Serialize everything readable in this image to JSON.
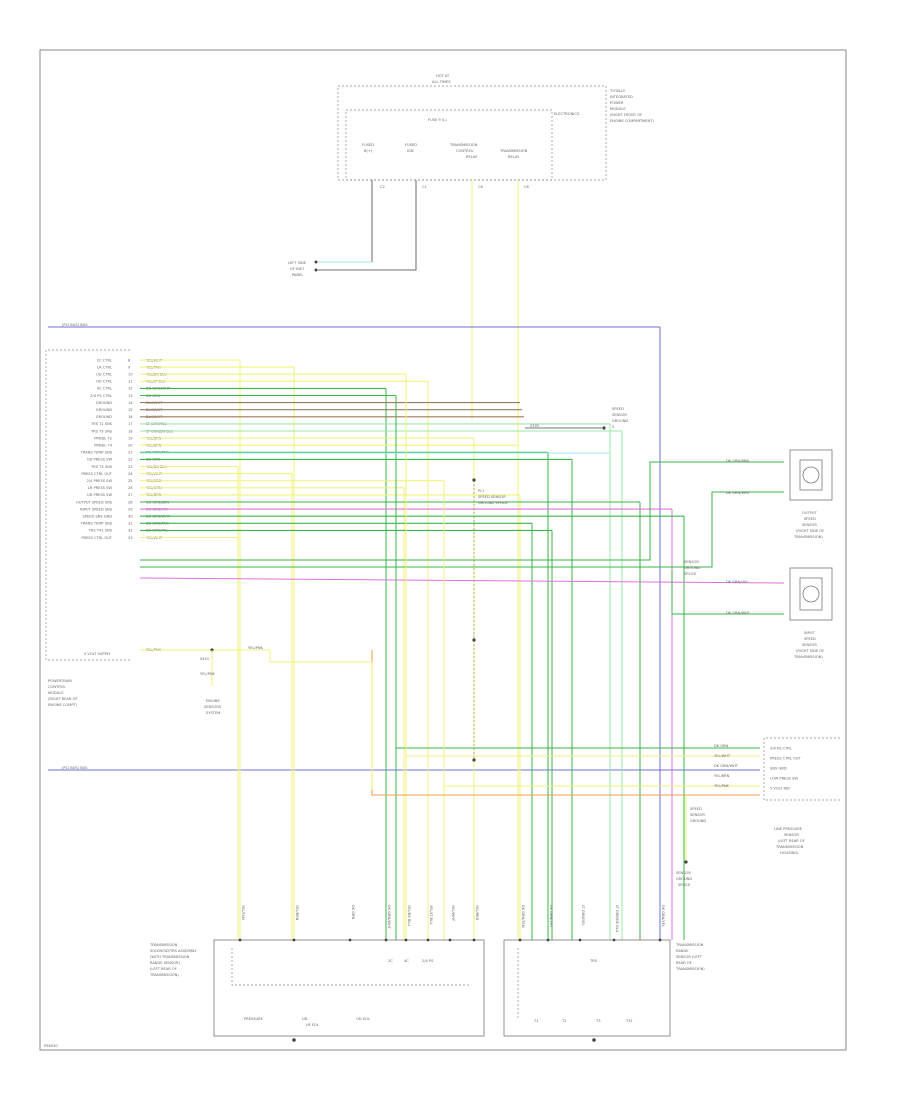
{
  "diagram": {
    "footer_code": "P98030",
    "top_module": {
      "fuse_header": [
        "HOT AT",
        "ALL TIMES"
      ],
      "fuse_label": "FUSE 9 (L)",
      "name_lines": [
        "TOTALLY",
        "INTEGRATED",
        "POWER",
        "MODULE",
        "(RIGHT FRONT OF",
        "ENGINE COMPARTMENT)"
      ],
      "sub_label": "ELECTRONICS",
      "inner_labels": [
        "FUSED",
        "B(+)",
        "FUSED",
        "IGN",
        "TRANSMISSION",
        "CONTROL",
        "RELAY",
        "TRANSMISSION",
        "RELAY"
      ],
      "pin_labels": [
        "C2",
        "C1",
        "C6",
        "C6"
      ]
    },
    "ground": {
      "lines": [
        "LEFT SIDE",
        "OF INST",
        "PANEL"
      ]
    },
    "ground_splice": {
      "label": "S305"
    },
    "left_module": {
      "name_lines": [
        "POWERTRAIN",
        "CONTROL",
        "MODULE",
        "(RIGHT REAR OF",
        "ENGINE COMPT)"
      ],
      "pins": [
        {
          "num": "8",
          "name": "2C CTRL",
          "color": "YEL/WHT"
        },
        {
          "num": "9",
          "name": "LR CTRL",
          "color": "YEL/TAN"
        },
        {
          "num": "10",
          "name": "UD CTRL",
          "color": "YEL/DK BLU"
        },
        {
          "num": "11",
          "name": "OD CTRL",
          "color": "YEL/LT BLU"
        },
        {
          "num": "12",
          "name": "4C CTRL",
          "color": "DK GRN/WHT"
        },
        {
          "num": "13",
          "name": "2/4 PS CTRL",
          "color": "DK GRN"
        },
        {
          "num": "14",
          "name": "GROUND",
          "color": "BLK/WHT"
        },
        {
          "num": "15",
          "name": "GROUND",
          "color": "BLK/WHT"
        },
        {
          "num": "16",
          "name": "GROUND",
          "color": "BLK/WHT"
        },
        {
          "num": "17",
          "name": "TRS T1 SNS",
          "color": "LT GRN/YEL"
        },
        {
          "num": "18",
          "name": "TRS T3 SNS",
          "color": "LT GRN/DK BLU"
        },
        {
          "num": "19",
          "name": "PRNDL T2",
          "color": "YEL/BRN"
        },
        {
          "num": "20",
          "name": "PRNDL T4",
          "color": "YEL/BRN"
        },
        {
          "num": "21",
          "name": "TRANS TEMP SNS",
          "color": "DK GRN/TAN"
        },
        {
          "num": "22",
          "name": "OD PRESS SW",
          "color": "DK GRN"
        },
        {
          "num": "23",
          "name": "TRS T3 SNS",
          "color": "YEL/DK BLU"
        },
        {
          "num": "24",
          "name": "PRESS CTRL OUT",
          "color": "YEL/WHT"
        },
        {
          "num": "25",
          "name": "2/4 PRESS SW",
          "color": "YEL/RED"
        },
        {
          "num": "26",
          "name": "LR PRESS SW",
          "color": "YEL/GRN"
        },
        {
          "num": "27",
          "name": "UD PRESS SW",
          "color": "YEL/BRN"
        },
        {
          "num": "28",
          "name": "OUTPUT SPEED SNS",
          "color": "DK GRN/BRN"
        },
        {
          "num": "29",
          "name": "INPUT SPEED SNS",
          "color": "DK GRN/VIO"
        },
        {
          "num": "30",
          "name": "SPEED SNS GND",
          "color": "DK GRN/WHT"
        },
        {
          "num": "31",
          "name": "TRANS TEMP SNS",
          "color": "DK GRN/TAN"
        },
        {
          "num": "32",
          "name": "TRS T41 SNS",
          "color": "DK GRN/YEL"
        },
        {
          "num": "33",
          "name": "PRESS CTRL OUT",
          "color": "YEL/WHT"
        }
      ],
      "supply_pin": "5 VOLT SUPPLY",
      "supply_color": "YEL/PNK",
      "supply_splice": "S401",
      "supply_splice_color": "YEL/PNK",
      "engine_label": [
        "ENGINE",
        "SENSORS",
        "SYSTEM"
      ],
      "bus_label": "(PCI BUS) BUS"
    },
    "ground_right": [
      "SPEED",
      "SENSOR",
      "GROUND",
      "S"
    ],
    "right_sensors": [
      {
        "name_lines": [
          "OUTPUT",
          "SPEED",
          "SENSOR",
          "(RIGHT SIDE OF",
          "TRANSMISSION)"
        ],
        "wires": [
          "DK GRN/BRN",
          "DK GRN/WHT"
        ]
      },
      {
        "name_lines": [
          "INPUT",
          "SPEED",
          "SENSOR",
          "(RIGHT SIDE OF",
          "TRANSMISSION)"
        ],
        "wires": [
          "DK GRN/VIO",
          "DK GRN/WHT"
        ]
      }
    ],
    "right_splice_label": [
      "SENSOR",
      "GROUND",
      "SPLICE"
    ],
    "right_module": {
      "pins": [
        "2/4 PS CTRL",
        "PRESS CTRL OUT",
        "SNS GND",
        "LOW PRESS SW",
        "5 VOLT REF"
      ],
      "colors": [
        "DK GRN",
        "YEL/WHT",
        "DK GRN/WHT",
        "YEL/BRN",
        "YEL/PNK"
      ],
      "name_lines": [
        "LINE PRESSURE",
        "SENSOR",
        "(LEFT REAR OF",
        "TRANSMISSION",
        "HOUSING)"
      ]
    },
    "mid_splice_label": [
      "PCI",
      "SPEED SENSOR",
      "GROUND SPLICE"
    ],
    "bottom_left": {
      "name_lines": [
        "TRANSMISSION",
        "SOLENOID/TRS ASSEMBLY",
        "(WITH TRANSMISSION",
        "RANGE SENSOR)",
        "(LEFT REAR OF",
        "TRANSMISSION)"
      ],
      "labels": [
        "PRESSURE",
        "UD",
        "LR SOL",
        "OD SOL",
        "2C",
        "4C",
        "2/4 PS"
      ]
    },
    "bottom_right": {
      "name_lines": [
        "TRANSMISSION",
        "RANGE",
        "SENSOR (LEFT",
        "REAR OF",
        "TRANSMISSION)"
      ],
      "labels": [
        "TRS",
        "T1",
        "T2",
        "T3",
        "T41"
      ]
    },
    "bottom_colors": [
      "YEL/TAN",
      "YEL/BRN",
      "DK GRN",
      "DK GRN/WHT",
      "YEL/DK BLU",
      "YEL/LT BLU",
      "YEL/WHT",
      "YEL/RED",
      "DK GRN/TAN",
      "DK GRN/VIO",
      "LT GRN/YEL",
      "LT GRN/DK BLU",
      "DK GRN/YEL"
    ],
    "wire_colors": {
      "yellow": "#f2f27a",
      "green": "#39b54a",
      "lt_green": "#9ee6a8",
      "blue": "#6f6fd6",
      "brown": "#9a7b5a",
      "tan": "#d8c9a3",
      "violet": "#e070e0",
      "orange": "#f0a050",
      "cyan": "#9fe8f0",
      "black": "#444444"
    }
  }
}
